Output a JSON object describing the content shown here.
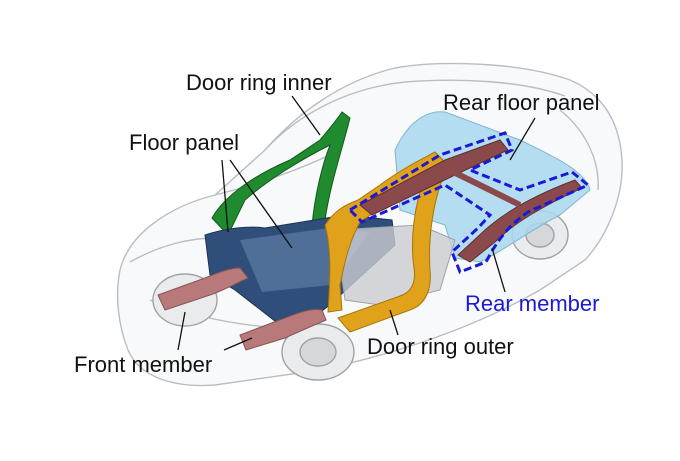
{
  "labels": {
    "door_ring_inner": "Door ring inner",
    "rear_floor_panel": "Rear floor panel",
    "floor_panel": "Floor panel",
    "rear_member": "Rear member",
    "door_ring_outer": "Door ring outer",
    "front_member": "Front member"
  },
  "colors": {
    "door_ring_inner": "#1f8a2e",
    "floor_panel": "#2f4f7a",
    "door_ring_outer": "#e0a21a",
    "rear_floor_panel": "#a9d8ee",
    "member": "#b8797a",
    "highlight": "#1a1ad6"
  }
}
